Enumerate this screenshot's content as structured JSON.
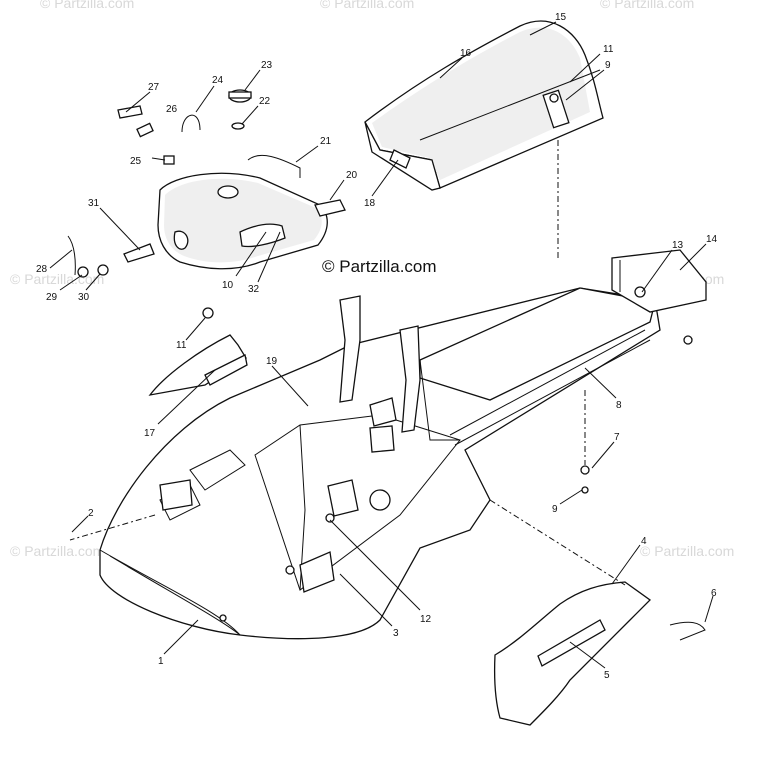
{
  "watermark": {
    "brand": "© Partzilla.com",
    "faint": "© Partzilla.com"
  },
  "colors": {
    "ink": "#111111",
    "watermark": "#d8d8d8",
    "background": "#ffffff"
  },
  "callouts": [
    {
      "id": "15",
      "text": "15"
    },
    {
      "id": "16",
      "text": "16"
    },
    {
      "id": "11a",
      "text": "11"
    },
    {
      "id": "9a",
      "text": "9"
    },
    {
      "id": "23",
      "text": "23"
    },
    {
      "id": "24",
      "text": "24"
    },
    {
      "id": "27",
      "text": "27"
    },
    {
      "id": "26",
      "text": "26"
    },
    {
      "id": "22",
      "text": "22"
    },
    {
      "id": "21",
      "text": "21"
    },
    {
      "id": "25",
      "text": "25"
    },
    {
      "id": "20",
      "text": "20"
    },
    {
      "id": "18",
      "text": "18"
    },
    {
      "id": "31",
      "text": "31"
    },
    {
      "id": "28",
      "text": "28"
    },
    {
      "id": "29",
      "text": "29"
    },
    {
      "id": "30",
      "text": "30"
    },
    {
      "id": "10",
      "text": "10"
    },
    {
      "id": "32",
      "text": "32"
    },
    {
      "id": "13",
      "text": "13"
    },
    {
      "id": "14",
      "text": "14"
    },
    {
      "id": "11b",
      "text": "11"
    },
    {
      "id": "17",
      "text": "17"
    },
    {
      "id": "19",
      "text": "19"
    },
    {
      "id": "8",
      "text": "8"
    },
    {
      "id": "7",
      "text": "7"
    },
    {
      "id": "9b",
      "text": "9"
    },
    {
      "id": "2",
      "text": "2"
    },
    {
      "id": "4",
      "text": "4"
    },
    {
      "id": "6",
      "text": "6"
    },
    {
      "id": "5",
      "text": "5"
    },
    {
      "id": "12",
      "text": "12"
    },
    {
      "id": "3",
      "text": "3"
    },
    {
      "id": "1",
      "text": "1"
    }
  ]
}
